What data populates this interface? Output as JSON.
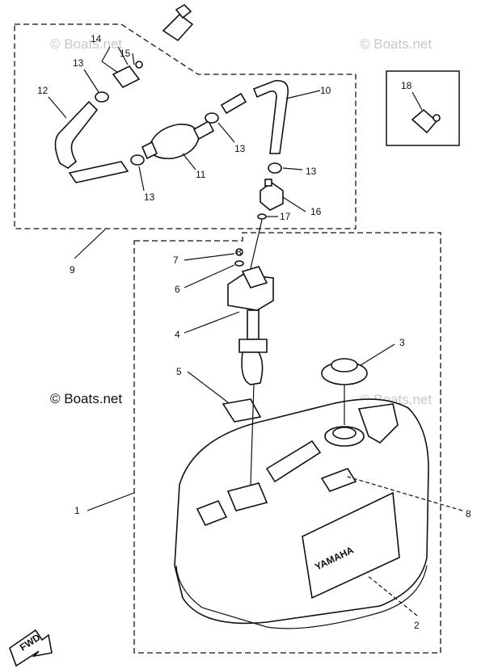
{
  "watermarks": {
    "top_left": "© Boats.net",
    "top_right": "© Boats.net",
    "middle_right": "© Boats.net",
    "middle_left": "© Boats.net"
  },
  "callouts": {
    "c1": "1",
    "c2": "2",
    "c3": "3",
    "c4": "4",
    "c5": "5",
    "c6": "6",
    "c7": "7",
    "c8a": "8",
    "c8b": "8",
    "c9": "9",
    "c10": "10",
    "c11": "11",
    "c12": "12",
    "c13a": "13",
    "c13b": "13",
    "c13c": "13",
    "c13d": "13",
    "c14": "14",
    "c15": "15",
    "c16": "16",
    "c17": "17",
    "c18": "18"
  },
  "tank_logo": "YAMAHA",
  "fwd_label": "FWD"
}
